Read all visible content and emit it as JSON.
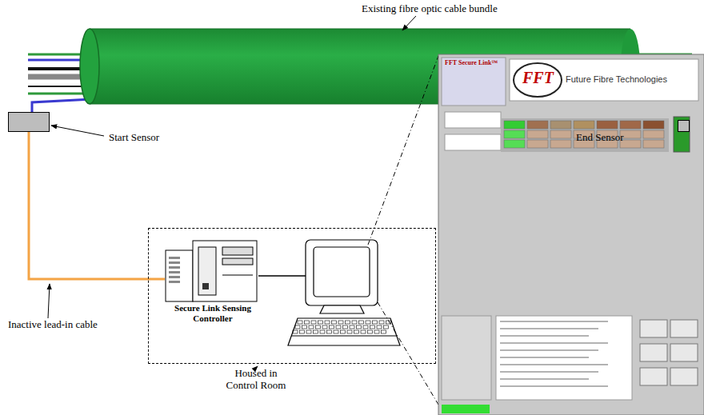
{
  "diagram": {
    "nodes": [
      {
        "text": [
          "Start Sensor"
        ]
      },
      {
        "text": [
          "End Sensor"
        ]
      },
      {
        "text": [
          "Housed in Control Room"
        ]
      },
      {
        "text": [
          "Secure Link Sensing Controller"
        ],
        "in": 2
      }
    ],
    "edges": [
      {
        "from": 0,
        "to": 3,
        "arrow": "none"
      }
    ],
    "labels": [
      "Existing fibre optic cable bundle",
      "Inactive lead-in cable",
      "FFT Secure Link™",
      "FFT",
      "Future Fibre Technologies"
    ]
  }
}
